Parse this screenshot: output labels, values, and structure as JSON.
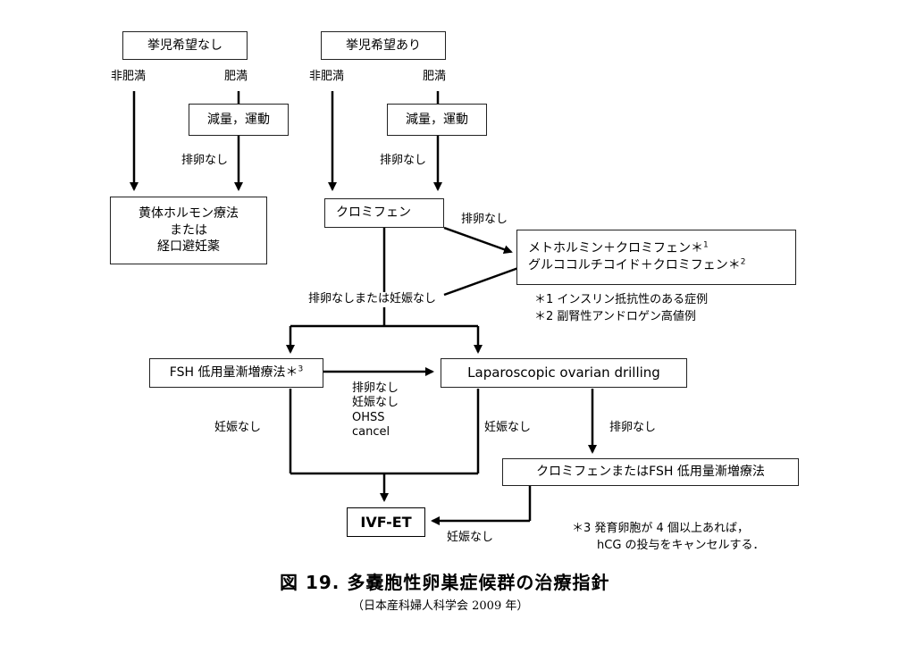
{
  "left_branch": {
    "head": "挙児希望なし",
    "non_obese": "非肥満",
    "obese": "肥満",
    "diet": "減量，運動",
    "no_ovulation": "排卵なし",
    "hormone_line1": "黄体ホルモン療法",
    "hormone_line2": "または",
    "hormone_line3": "経口避妊薬"
  },
  "right_branch": {
    "head": "挙児希望あり",
    "non_obese": "非肥満",
    "obese": "肥満",
    "diet": "減量，運動",
    "no_ovulation": "排卵なし",
    "clomiphene": "クロミフェン",
    "no_ovulation_2": "排卵なし",
    "combo_line1": "メトホルミン＋クロミフェン＊",
    "combo_line1_sup": "1",
    "combo_line2": "グルココルチコイド＋クロミフェン＊",
    "combo_line2_sup": "2",
    "note1": "＊1 インスリン抵抗性のある症例",
    "note2": "＊2 副腎性アンドロゲン高値例",
    "no_ovulation_or_pregnancy": "排卵なしまたは妊娠なし"
  },
  "lower": {
    "fsh": "FSH 低用量漸増療法＊",
    "fsh_sup": "3",
    "lod": "Laparoscopic ovarian drilling",
    "mid_labels": [
      "排卵なし",
      "妊娠なし",
      "OHSS",
      "cancel"
    ],
    "no_pregnancy_left": "妊娠なし",
    "no_pregnancy_mid": "妊娠なし",
    "no_ovulation_right": "排卵なし",
    "clomi_or_fsh": "クロミフェンまたはFSH 低用量漸増療法",
    "ivf": "IVF-ET",
    "no_pregnancy_bottom": "妊娠なし",
    "note3_line1": "＊3 発育卵胞が 4 個以上あれば，",
    "note3_line2": "hCG の投与をキャンセルする．"
  },
  "caption": {
    "title": "図 19.  多嚢胞性卵巣症候群の治療指針",
    "source": "（日本産科婦人科学会 2009 年）"
  }
}
